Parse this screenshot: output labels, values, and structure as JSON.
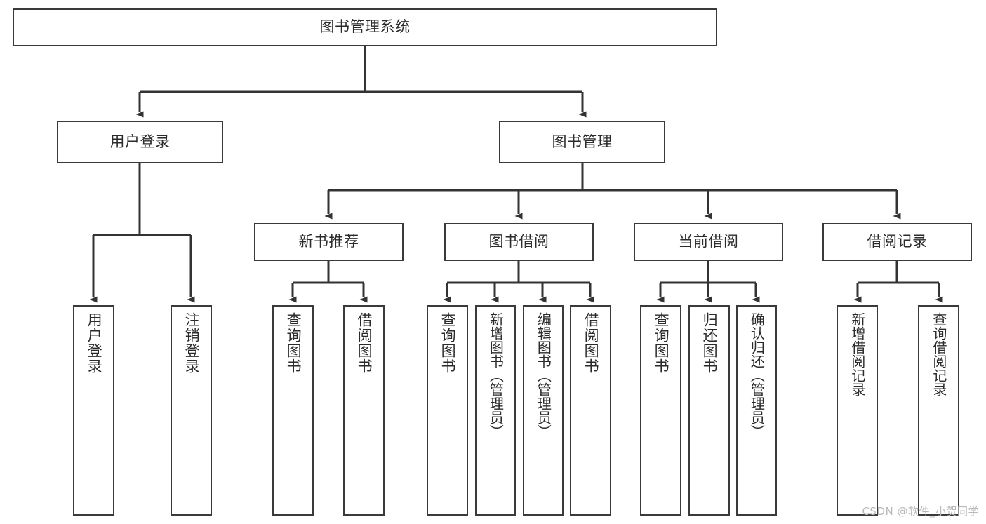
{
  "diagram": {
    "title": "图书管理系统",
    "type": "tree",
    "orientation": "top-down",
    "line_color": "#3a3a3a",
    "box_fill": "#ffffff",
    "text_color": "#2b2b2b"
  },
  "root": {
    "label": "图书管理系统"
  },
  "level1": [
    {
      "label": "用户登录"
    },
    {
      "label": "图书管理"
    }
  ],
  "level2": [
    {
      "label": "新书推荐"
    },
    {
      "label": "图书借阅"
    },
    {
      "label": "当前借阅"
    },
    {
      "label": "借阅记录"
    }
  ],
  "leaves": {
    "user_login": [
      {
        "label": "用户登录"
      },
      {
        "label": "注销登录"
      }
    ],
    "new_book_recommend": [
      {
        "label": "查询图书"
      },
      {
        "label": "借阅图书"
      }
    ],
    "book_borrow": [
      {
        "label": "查询图书"
      },
      {
        "label": "新增图书（管理员）"
      },
      {
        "label": "编辑图书（管理员）"
      },
      {
        "label": "借阅图书"
      }
    ],
    "current_borrow": [
      {
        "label": "查询图书"
      },
      {
        "label": "归还图书"
      },
      {
        "label": "确认归还（管理员）"
      }
    ],
    "borrow_record": [
      {
        "label": "新增借阅记录"
      },
      {
        "label": "查询借阅记录"
      }
    ]
  },
  "watermark": {
    "text": "CSDN @软件_小贺同学"
  }
}
